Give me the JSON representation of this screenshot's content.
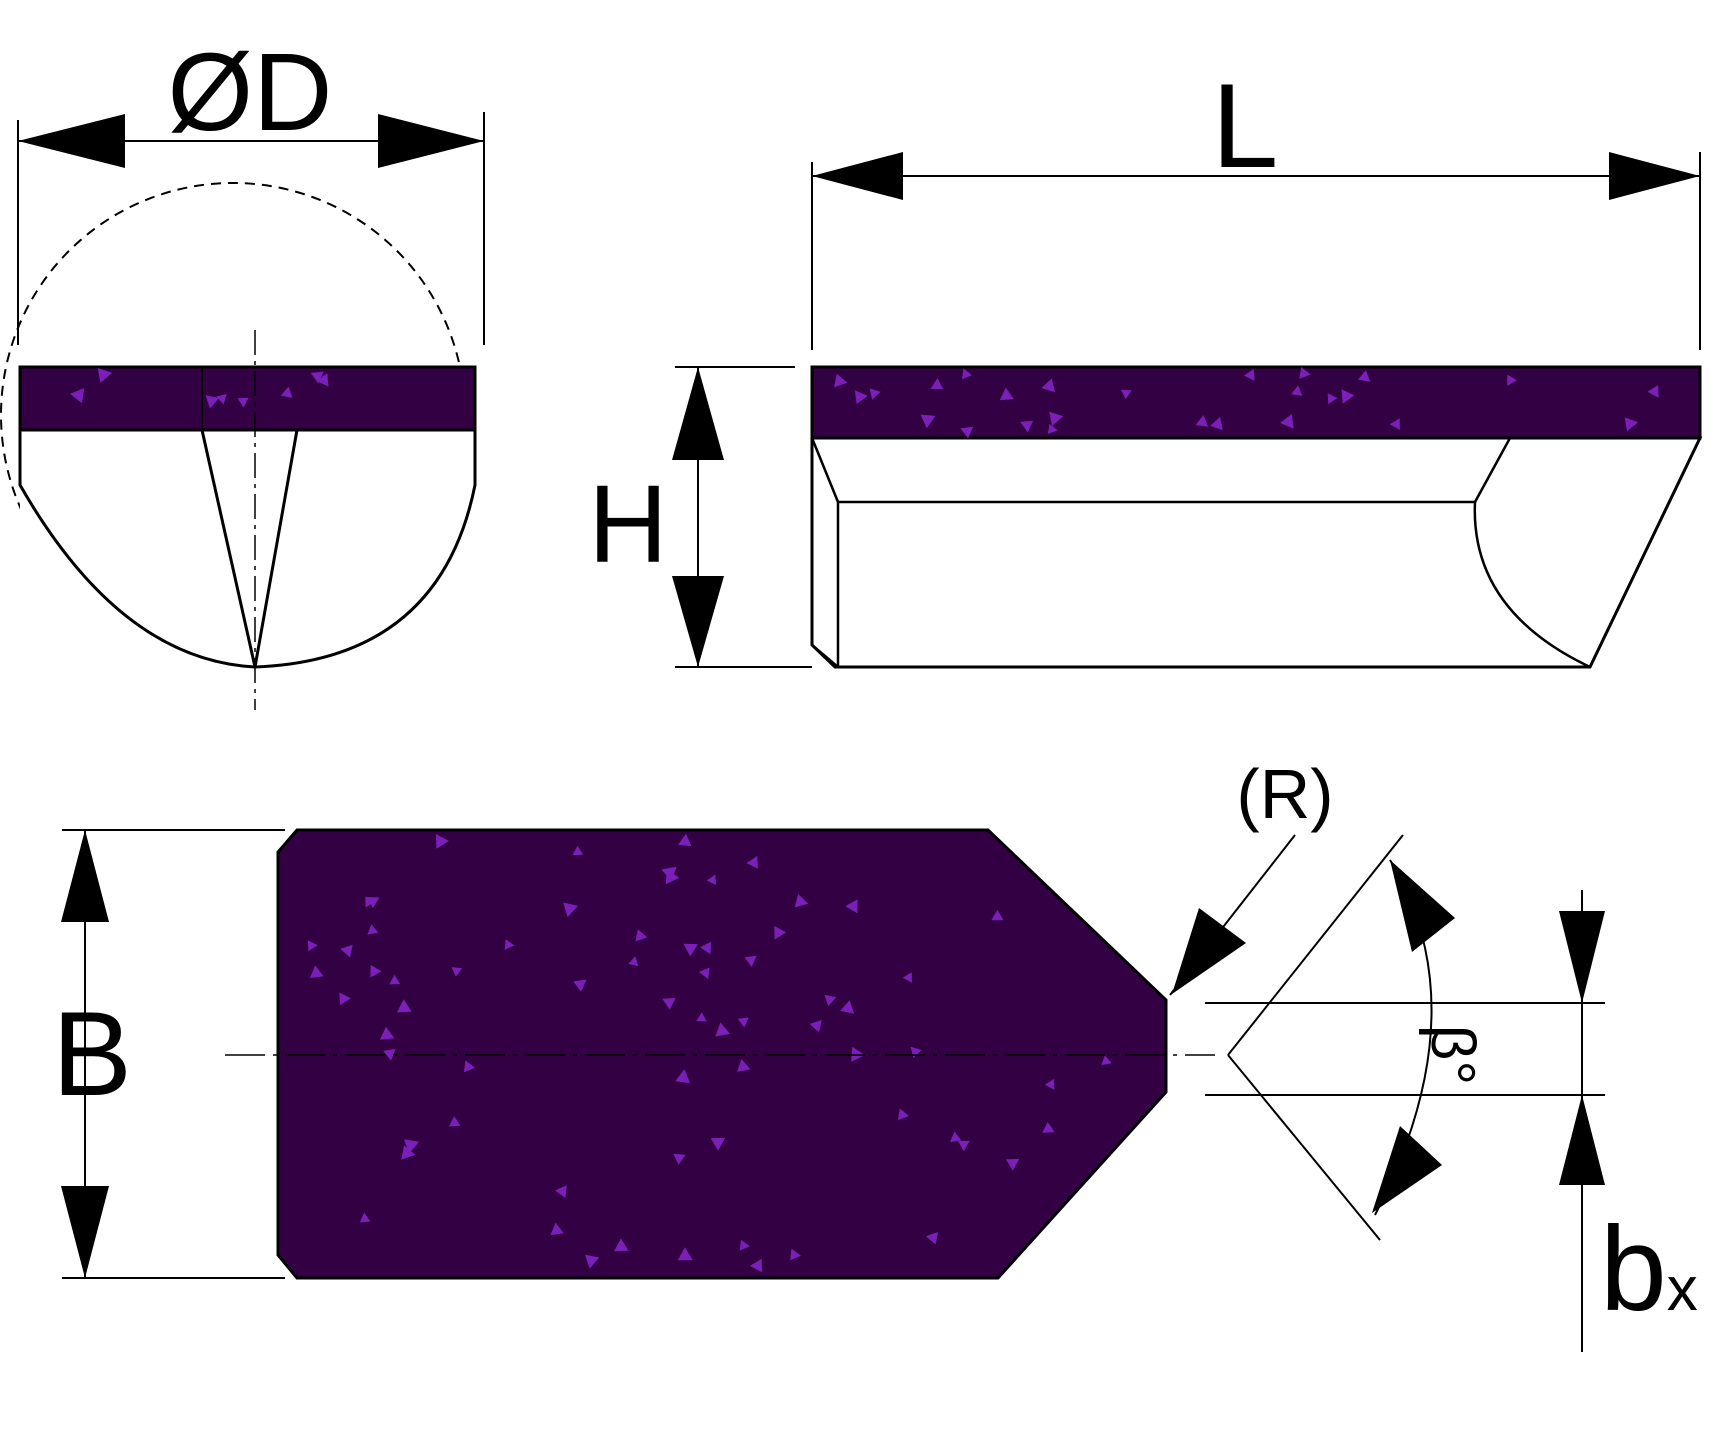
{
  "labels": {
    "diameter": "ØD",
    "length": "L",
    "height": "H",
    "width": "B",
    "radius": "(R)",
    "angle": "β°",
    "chamfer_base": "b",
    "chamfer_sub": "x"
  },
  "colors": {
    "tip_fill": "#330044",
    "grain": "#7a1fb8",
    "line": "#000000",
    "background": "#ffffff"
  }
}
